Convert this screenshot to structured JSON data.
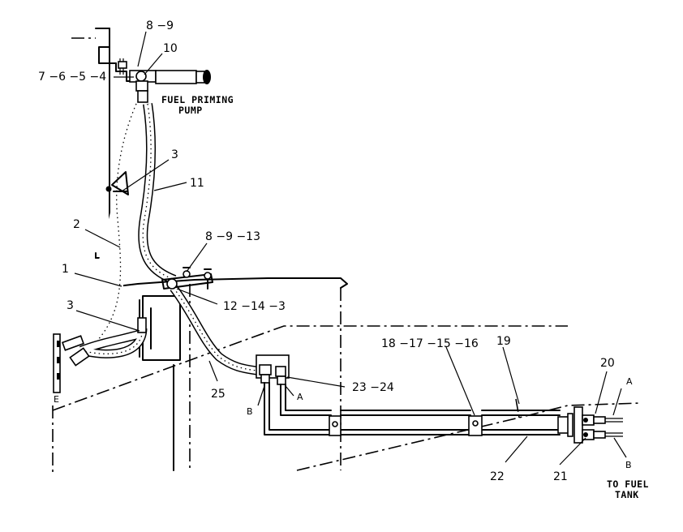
{
  "callouts": {
    "c_8_9": "8 −9",
    "c_10": "10",
    "c_7_6_5_4": "7 −6 −5 −4",
    "c_3_top": "3",
    "c_11": "11",
    "c_2": "2",
    "c_8_9_13": "8 −9 −13",
    "c_1": "1",
    "c_12_14_3": "12 −14 −3",
    "c_3_bottom": "3",
    "c_25": "25",
    "c_23_24": "23 −24",
    "c_18_17_15_16": "18 −17 −15 −16",
    "c_19": "19",
    "c_20": "20",
    "c_22": "22",
    "c_21": "21",
    "letter_A_right": "A",
    "letter_B_right": "B",
    "letter_A_mid": "A",
    "letter_B_mid": "B",
    "letter_E": "E"
  },
  "captions": {
    "priming_line1": "FUEL PRIMING",
    "priming_line2": "PUMP",
    "tank_line1": "TO FUEL",
    "tank_line2": "TANK"
  }
}
